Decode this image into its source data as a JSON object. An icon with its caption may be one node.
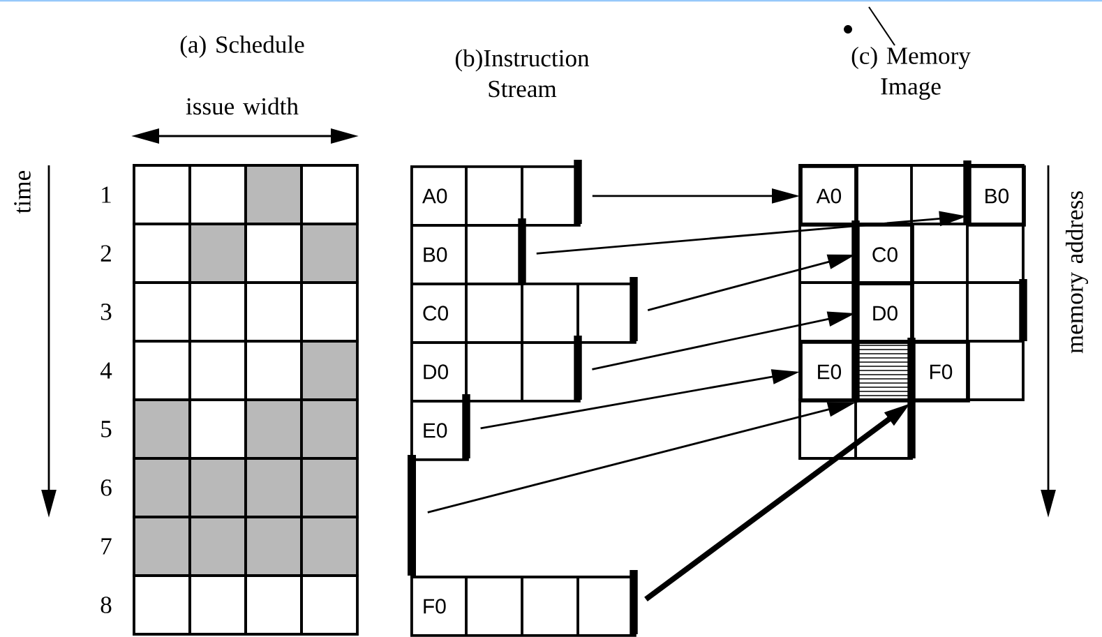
{
  "diagram": {
    "nodes": [
      {
        "text": [
          "A0"
        ]
      },
      {
        "text": [
          "B0"
        ]
      },
      {
        "text": [
          "C0"
        ]
      },
      {
        "text": [
          "D0"
        ]
      },
      {
        "text": [
          "E0"
        ]
      },
      {
        "text": [],
        "shape": "bar"
      },
      {
        "text": [
          "F0"
        ]
      },
      {
        "text": [
          "A0"
        ]
      },
      {
        "text": [
          "B0"
        ]
      },
      {
        "text": [
          "C0"
        ]
      },
      {
        "text": [
          "D0"
        ]
      },
      {
        "text": [
          "E0"
        ]
      },
      {
        "text": [],
        "shape": "box"
      },
      {
        "text": [
          "F0"
        ]
      }
    ],
    "edges": [
      {
        "from": 0,
        "to": 7,
        "arrow": "to"
      },
      {
        "from": 1,
        "to": 8,
        "arrow": "to"
      },
      {
        "from": 2,
        "to": 9,
        "arrow": "to"
      },
      {
        "from": 3,
        "to": 10,
        "arrow": "to"
      },
      {
        "from": 4,
        "to": 11,
        "arrow": "to"
      },
      {
        "from": 5,
        "to": 12,
        "arrow": "to"
      },
      {
        "from": 6,
        "to": 13,
        "arrow": "to",
        "style": "thick"
      }
    ],
    "labels": [
      "(a) Schedule",
      "(b)Instruction Stream",
      "(c) Memory Image",
      "issue width",
      "time",
      "1",
      "2",
      "3",
      "4",
      "5",
      "6",
      "7",
      "8",
      "memory address"
    ]
  }
}
